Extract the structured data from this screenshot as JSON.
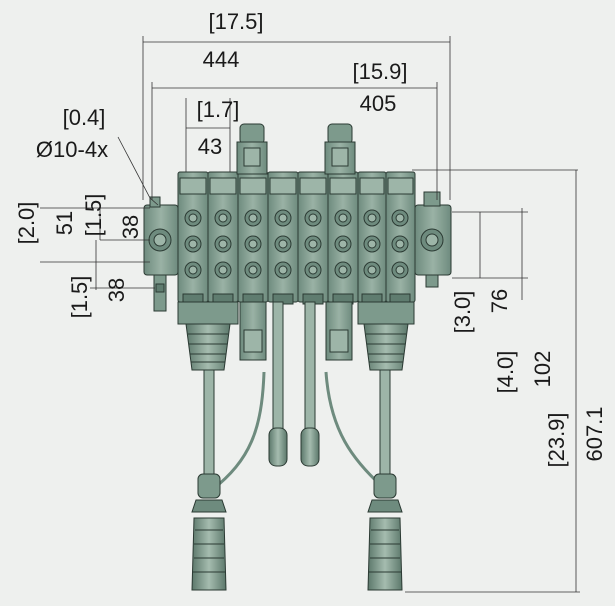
{
  "colors": {
    "background": "#eef0ee",
    "valve_body": "#7d9a8c",
    "valve_dark": "#5f7c6f",
    "valve_light": "#9db5a8",
    "outline": "#2b3a33",
    "dimension_line": "#333333"
  },
  "dimensions": {
    "overall_width_in": "[17.5]",
    "overall_width_mm": "444",
    "inner_width_in": "[15.9]",
    "inner_width_mm": "405",
    "section_width_in": "[1.7]",
    "section_width_mm": "43",
    "mount_hole_in": "[0.4]",
    "mount_hole_mm": "Ø10-4x",
    "left_height_in": "[2.0]",
    "left_height_mm": "51",
    "left_upper_in": "[1.5]",
    "left_upper_mm": "38",
    "left_lower_in": "[1.5]",
    "left_lower_mm": "38",
    "right_small_in": "[3.0]",
    "right_small_mm": "76",
    "right_mid_in": "[4.0]",
    "right_mid_mm": "102",
    "overall_height_in": "[23.9]",
    "overall_height_mm": "607.1"
  }
}
